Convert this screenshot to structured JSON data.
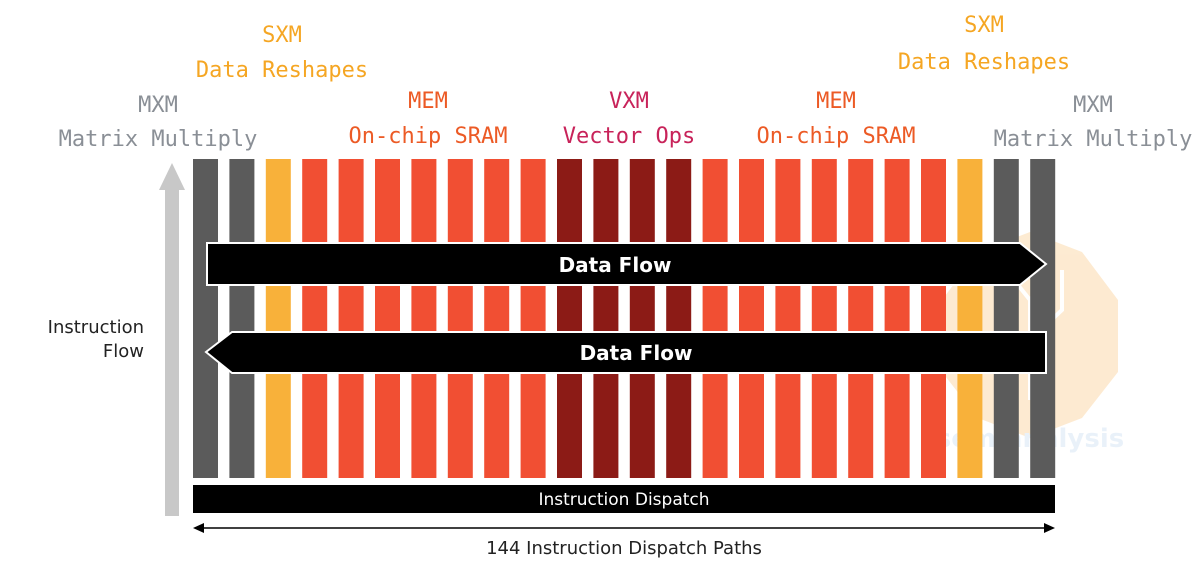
{
  "labels": {
    "sxm_left_title": "SXM",
    "sxm_left_sub": "Data Reshapes",
    "sxm_right_title": "SXM",
    "sxm_right_sub": "Data Reshapes",
    "mxm_left_title": "MXM",
    "mxm_left_sub": "Matrix Multiply",
    "mxm_right_title": "MXM",
    "mxm_right_sub": "Matrix Multiply",
    "mem_left_title": "MEM",
    "mem_left_sub": "On-chip SRAM",
    "mem_right_title": "MEM",
    "mem_right_sub": "On-chip SRAM",
    "vxm_title": "VXM",
    "vxm_sub": "Vector Ops"
  },
  "instruction_flow": {
    "line1": "Instruction",
    "line2": "Flow"
  },
  "data_flow_right": "Data Flow",
  "data_flow_left": "Data Flow",
  "instruction_dispatch": "Instruction Dispatch",
  "dispatch_paths": "144 Instruction Dispatch Paths",
  "columns": [
    "MXM",
    "MXM",
    "SXM",
    "MEM",
    "MEM",
    "MEM",
    "MEM",
    "MEM",
    "MEM",
    "MEM",
    "VXM",
    "VXM",
    "VXM",
    "VXM",
    "MEM",
    "MEM",
    "MEM",
    "MEM",
    "MEM",
    "MEM",
    "MEM",
    "SXM",
    "MXM",
    "MXM"
  ],
  "colors": {
    "MXM": "#5b5b5b",
    "SXM": "#f8b13a",
    "MEM": "#f14f33",
    "VXM": "#8c1b16",
    "mxm_text": "#8a8f96",
    "sxm_text": "#f5a623",
    "mem_text": "#ec5a25",
    "vxm_text": "#c8235a",
    "bar": "#000000",
    "arrow_gray": "#c8c8c8"
  },
  "watermark": "semianalysis"
}
